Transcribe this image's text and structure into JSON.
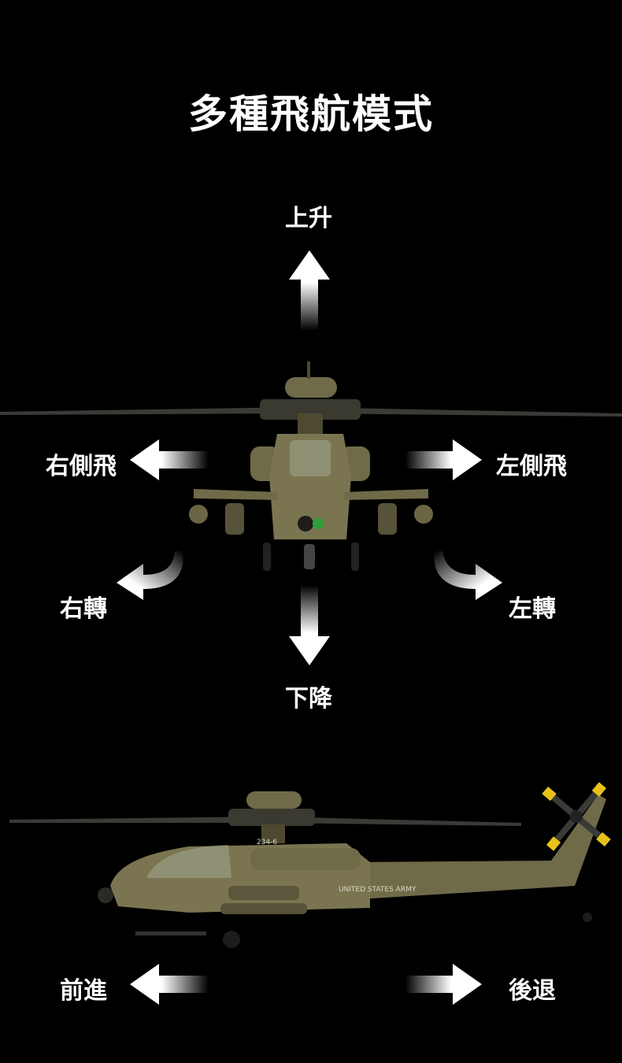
{
  "title": "多種飛航模式",
  "modes": {
    "up": "上升",
    "down": "下降",
    "right_side": "右側飛",
    "left_side": "左側飛",
    "right_turn": "右轉",
    "left_turn": "左轉",
    "forward": "前進",
    "backward": "後退"
  },
  "side_markings": {
    "number": "234-6",
    "army": "UNITED STATES ARMY"
  },
  "colors": {
    "body": "#6f6b48",
    "body_dark": "#4d4a30",
    "arrow": "#ffffff",
    "background": "#000000",
    "tail_tip": "#e8c21a"
  }
}
